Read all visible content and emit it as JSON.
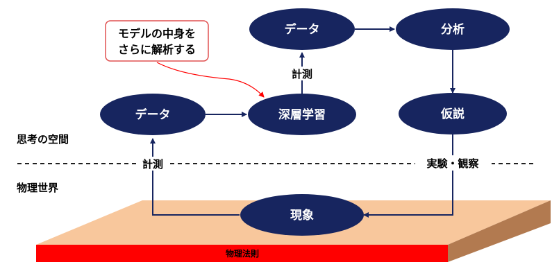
{
  "colors": {
    "node_fill": "#17255f",
    "plate_top": "#f8c79c",
    "plate_side": "#b27a50",
    "law_bar": "#ff0000",
    "arrow": "#17255f",
    "callout_border": "#e05050",
    "callout_arrow": "#ff0000"
  },
  "nodes": {
    "data_top": "データ",
    "analysis": "分析",
    "data_left": "データ",
    "deep_learning": "深層学習",
    "hypothesis": "仮説",
    "phenomenon": "現象"
  },
  "labels": {
    "measure_top": "計測",
    "measure_left": "計測",
    "experiment": "実験・観察",
    "thought_space": "思考の空間",
    "physical_world": "物理世界",
    "physical_law": "物理法則"
  },
  "callout": {
    "line1": "モデルの中身を",
    "line2": "さらに解析する"
  }
}
